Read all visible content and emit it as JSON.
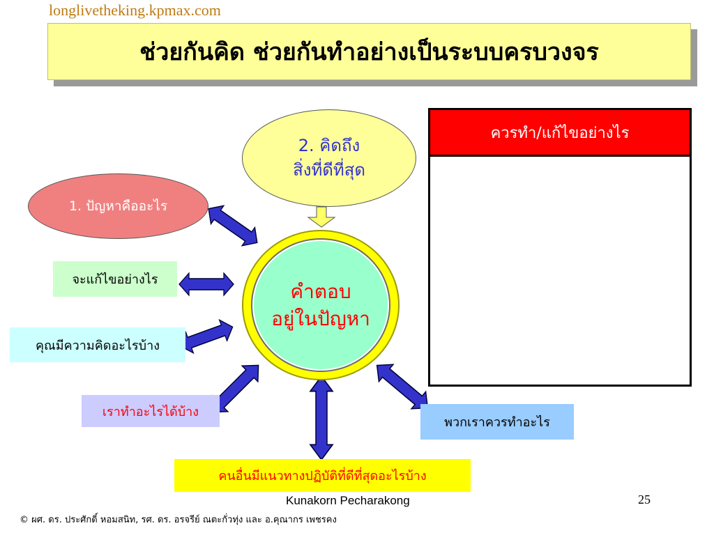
{
  "header": {
    "site_url": "longlivetheking.kpmax.com",
    "title": "ช่วยกันคิด ช่วยกันทำอย่างเป็นระบบครบวงจร"
  },
  "center": {
    "line1": "คำตอบ",
    "line2": "อยู่ในปัญหา"
  },
  "nodes": {
    "top_line1": "2. คิดถึง",
    "top_line2": "สิ่งที่ดีที่สุด",
    "left_ellipse": "1. ปัญหาคืออะไร",
    "how_to_fix": "จะแก้ไขอย่างไร",
    "your_ideas": "คุณมีความคิดอะไรบ้าง",
    "what_we_did": "เราทำอะไรได้บ้าง",
    "what_we_should_do": "พวกเราควรทำอะไร",
    "others_best_practice": "คนอื่นมีแนวทางปฏิบัติที่ดีที่สุดอะไรบ้าง"
  },
  "panel": {
    "header": "ควรทำ/แก้ไขอย่างไร"
  },
  "footer": {
    "author": "Kunakorn Pecharakong",
    "page_number": "25",
    "copyright": "© ผศ. ดร. ประศักดิ์ หอมสนิท, รศ. ดร. อรจรีย์ ณตะกั่วทุ่ง และ อ.คุณากร เพชรคง"
  },
  "colors": {
    "title_bg": "#ffff99",
    "panel_header_bg": "#ff0000",
    "arrow_fill": "#3333cc",
    "center_ring": "#ffff00",
    "center_fill": "#99ffcc"
  }
}
